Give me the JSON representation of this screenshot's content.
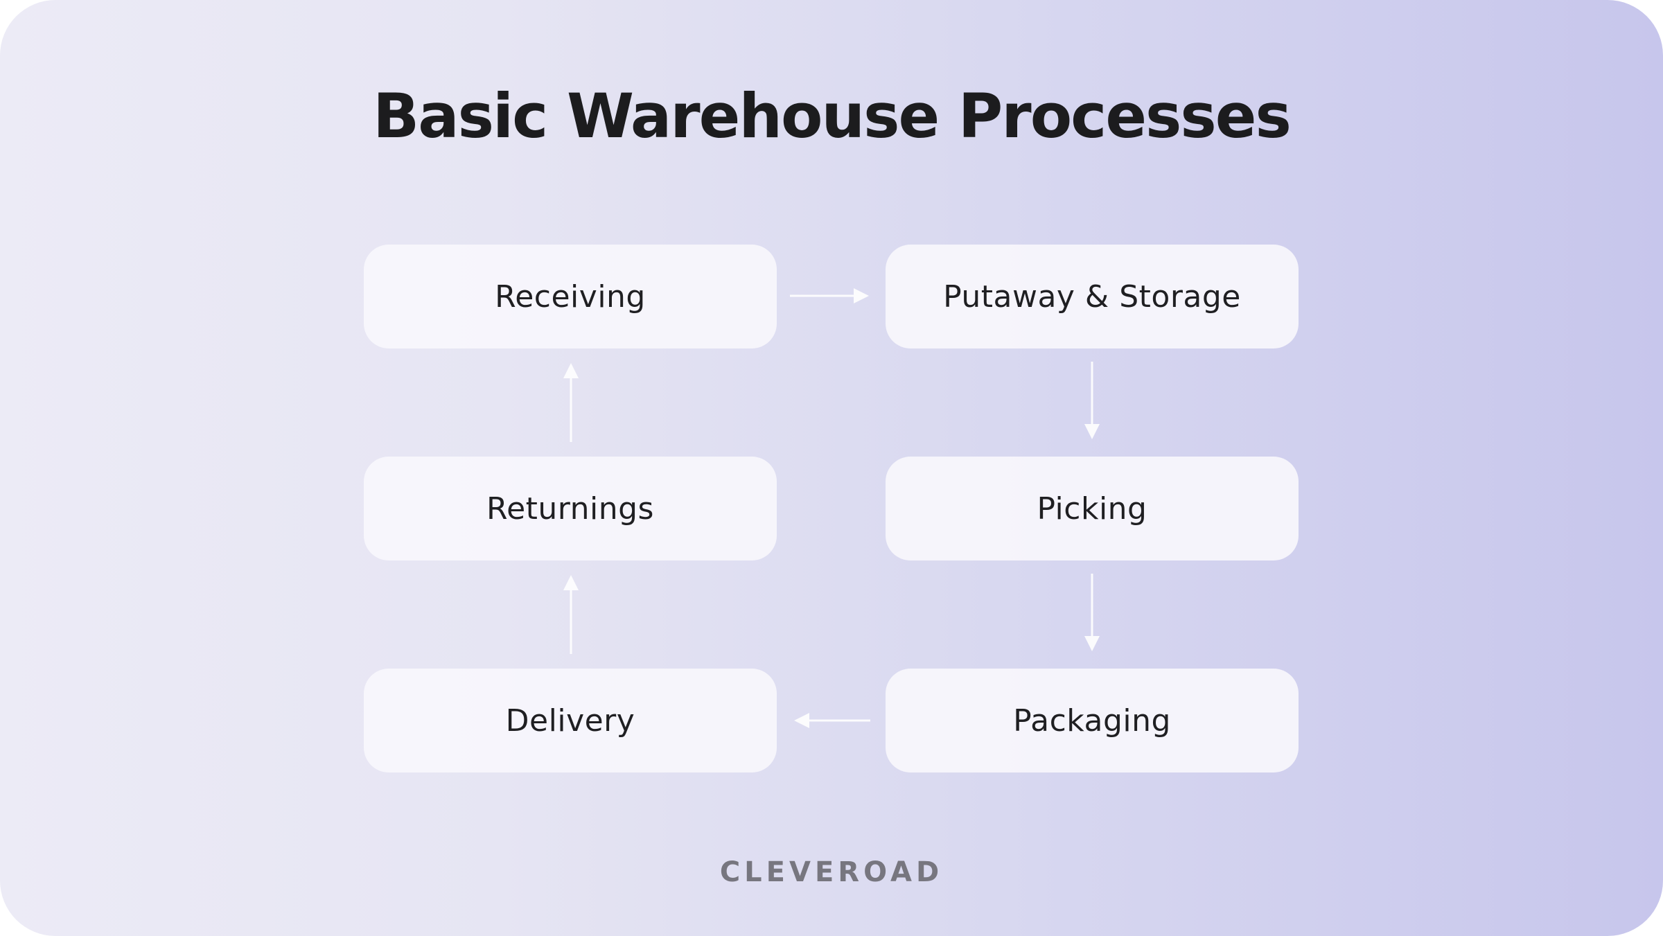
{
  "diagram": {
    "title": "Basic Warehouse Processes",
    "nodes": {
      "receiving": "Receiving",
      "putaway_storage": "Putaway & Storage",
      "picking": "Picking",
      "packaging": "Packaging",
      "delivery": "Delivery",
      "returnings": "Returnings"
    },
    "flow": [
      [
        "Receiving",
        "Putaway & Storage"
      ],
      [
        "Putaway & Storage",
        "Picking"
      ],
      [
        "Picking",
        "Packaging"
      ],
      [
        "Packaging",
        "Delivery"
      ],
      [
        "Delivery",
        "Returnings"
      ],
      [
        "Returnings",
        "Receiving"
      ]
    ],
    "colors": {
      "background_start": "#ecebf6",
      "background_end": "#c7c6ec",
      "node_fill": "#f7f6fc",
      "arrow": "#ffffff",
      "title": "#1c1c1e",
      "brand": "#77767f"
    }
  },
  "brand": {
    "logo_text": "CLEVEROAD"
  }
}
